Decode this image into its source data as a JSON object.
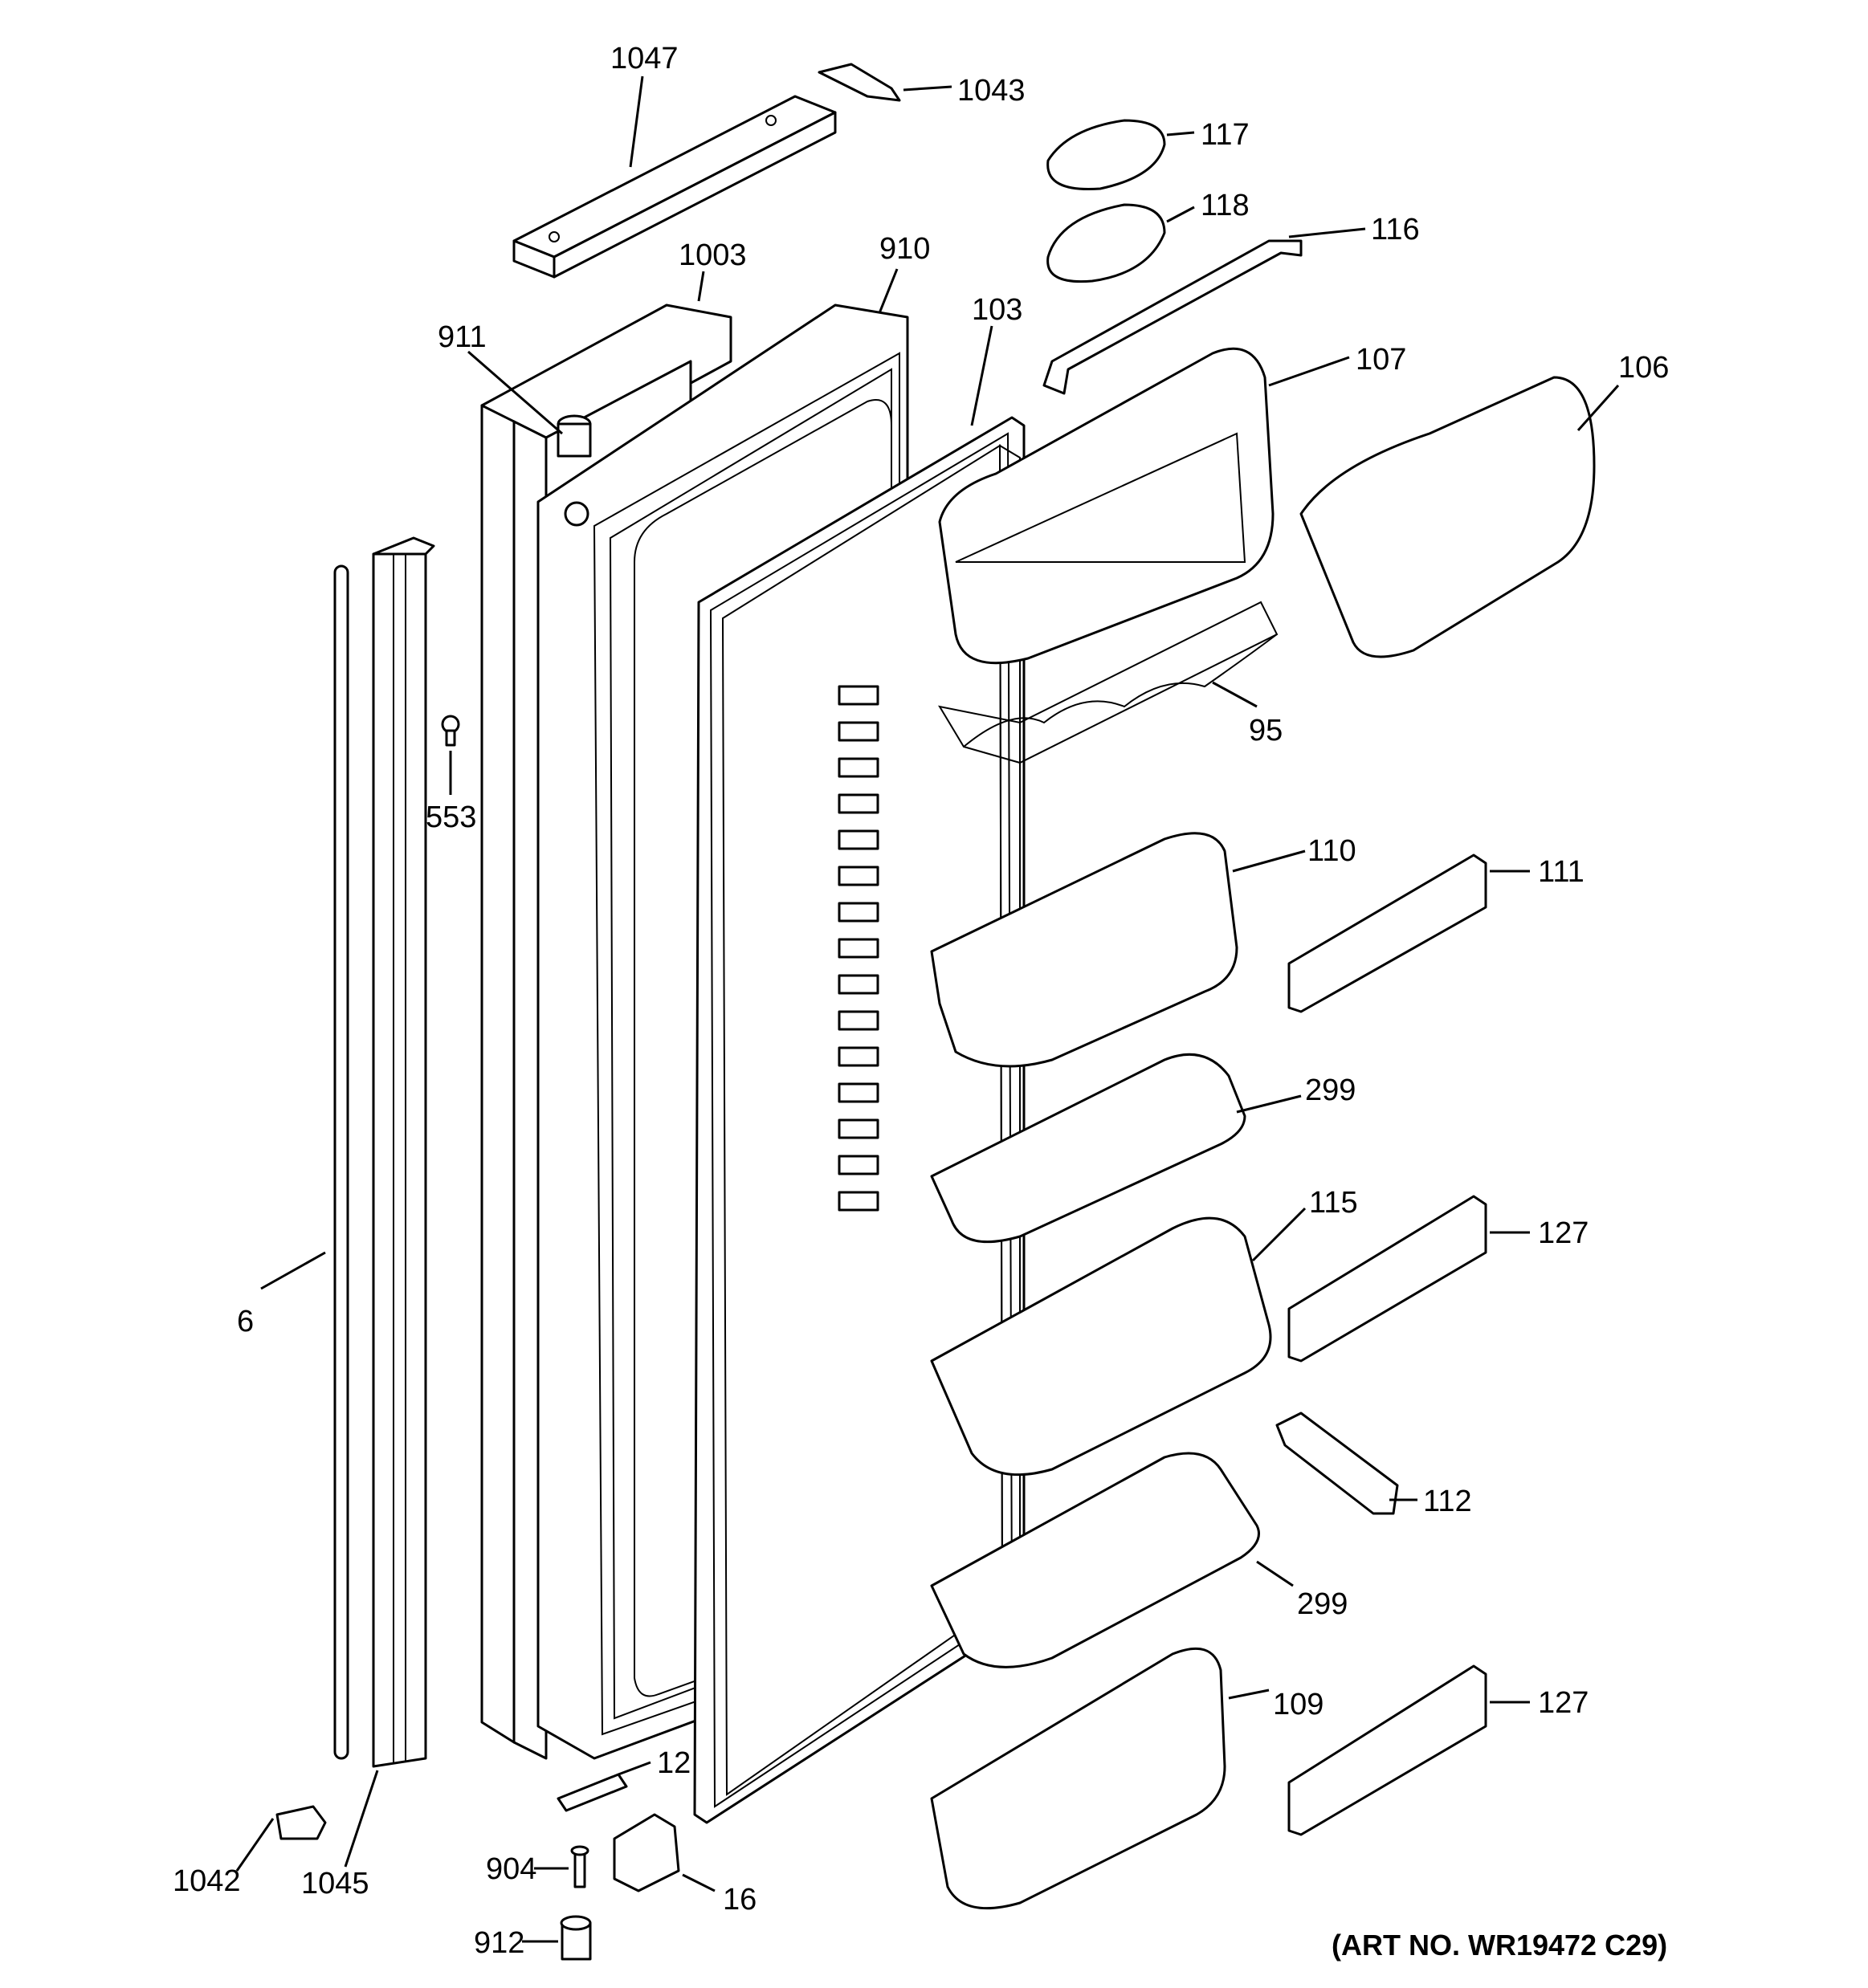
{
  "art_number": "(ART NO. WR19472 C29)",
  "callouts": [
    {
      "id": "c1047",
      "label": "1047"
    },
    {
      "id": "c1043",
      "label": "1043"
    },
    {
      "id": "c117",
      "label": "117"
    },
    {
      "id": "c118",
      "label": "118"
    },
    {
      "id": "c116",
      "label": "116"
    },
    {
      "id": "c1003",
      "label": "1003"
    },
    {
      "id": "c910",
      "label": "910"
    },
    {
      "id": "c103",
      "label": "103"
    },
    {
      "id": "c107",
      "label": "107"
    },
    {
      "id": "c106",
      "label": "106"
    },
    {
      "id": "c911",
      "label": "911"
    },
    {
      "id": "c95",
      "label": "95"
    },
    {
      "id": "c553",
      "label": "553"
    },
    {
      "id": "c110",
      "label": "110"
    },
    {
      "id": "c111",
      "label": "111"
    },
    {
      "id": "c299a",
      "label": "299"
    },
    {
      "id": "c115",
      "label": "115"
    },
    {
      "id": "c127a",
      "label": "127"
    },
    {
      "id": "c6",
      "label": "6"
    },
    {
      "id": "c112",
      "label": "112"
    },
    {
      "id": "c299b",
      "label": "299"
    },
    {
      "id": "c109",
      "label": "109"
    },
    {
      "id": "c127b",
      "label": "127"
    },
    {
      "id": "c12",
      "label": "12"
    },
    {
      "id": "c1042",
      "label": "1042"
    },
    {
      "id": "c1045",
      "label": "1045"
    },
    {
      "id": "c904",
      "label": "904"
    },
    {
      "id": "c16",
      "label": "16"
    },
    {
      "id": "c912",
      "label": "912"
    }
  ]
}
